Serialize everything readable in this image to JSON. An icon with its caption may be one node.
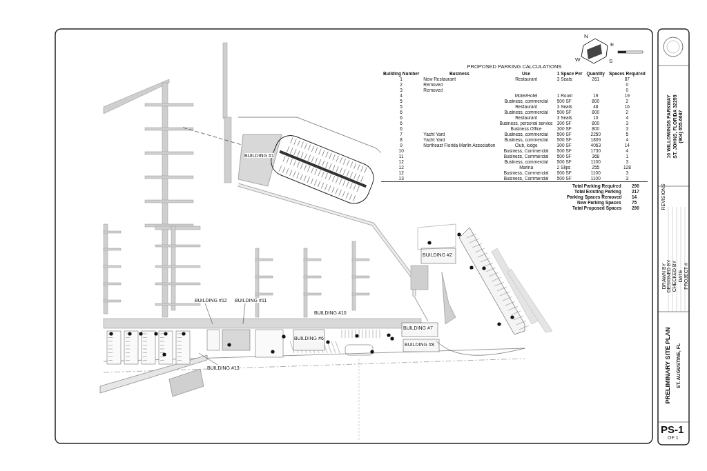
{
  "diagram": {
    "nodes": [
      {
        "text": [
          "BUILDING #12"
        ]
      },
      {
        "text": [
          "BUILDING #11"
        ]
      },
      {
        "text": [
          "BUILDING #13"
        ]
      }
    ],
    "edges": [
      {
        "from": 0,
        "to": null,
        "arrow": "none"
      },
      {
        "from": 1,
        "to": null,
        "arrow": "none"
      },
      {
        "from": 2,
        "to": null,
        "arrow": "none"
      }
    ],
    "labels": [
      "N",
      "E",
      "S",
      "W",
      "PROPOSED PARKING CALCULATIONS",
      "Building Number",
      "Business",
      "Use",
      "1 Space Per",
      "Quantity",
      "Spaces Required",
      "1",
      "New Restaurant",
      "Restaurant",
      "3 Seats",
      "261",
      "87",
      "2",
      "Removed",
      "0",
      "3",
      "Removed",
      "0",
      "4",
      "Motel/Hotel",
      "1 Room",
      "19",
      "19",
      "5",
      "Business, commercial",
      "500 SF",
      "800",
      "2",
      "5",
      "Restaurant",
      "3 Seats",
      "48",
      "16",
      "6",
      "Business, commercial",
      "500 SF",
      "800",
      "2",
      "6",
      "Restaurant",
      "3 Seats",
      "10",
      "4",
      "6",
      "Business, personal service",
      "300 SF",
      "800",
      "3",
      "6",
      "Business Office",
      "300 SF",
      "800",
      "3",
      "7",
      "Yacht Yard",
      "Business, commercial",
      "500 SF",
      "2250",
      "5",
      "8",
      "Yacht Yard",
      "Business, commercial",
      "500 SF",
      "1809",
      "4",
      "9",
      "Northeast Florida Marlin Association",
      "Club, lodge",
      "300 SF",
      "4063",
      "14",
      "10",
      "Business, Commercial",
      "500 SF",
      "1730",
      "4",
      "11",
      "Business, Commercial",
      "500 SF",
      "368",
      "1",
      "12",
      "Business, commercial",
      "500 SF",
      "1100",
      "3",
      "12",
      "Marina",
      "2 Slips",
      "255",
      "128",
      "12",
      "Business, Commercial",
      "500 SF",
      "1100",
      "3",
      "13",
      "Business, Commercial",
      "500 SF",
      "1100",
      "3",
      "Total Parking Required",
      "290",
      "Total Existing Parking",
      "217",
      "Parking Spaces Removed",
      "14",
      "New Parking Spaces",
      "75",
      "Total Proposed Spaces",
      "290",
      "10 WILLOWINDS PARKWAY",
      "ST. JOHNS, FLORIDA 32259",
      "(904) 655-6687",
      "REVISIONS",
      "DRAWN BY",
      "DESIGNED BY",
      "CHECKED BY",
      "DATE",
      "PROJECT #",
      "PRELIMINARY SITE PLAN",
      "ST. AUGUSTINE, FL",
      "PS-1",
      "OF 1",
      "BUILDING #1",
      "BUILDING #2",
      "BUILDING #10",
      "BUILDING #6",
      "BUILDING #7",
      "BUILDING #8"
    ]
  }
}
